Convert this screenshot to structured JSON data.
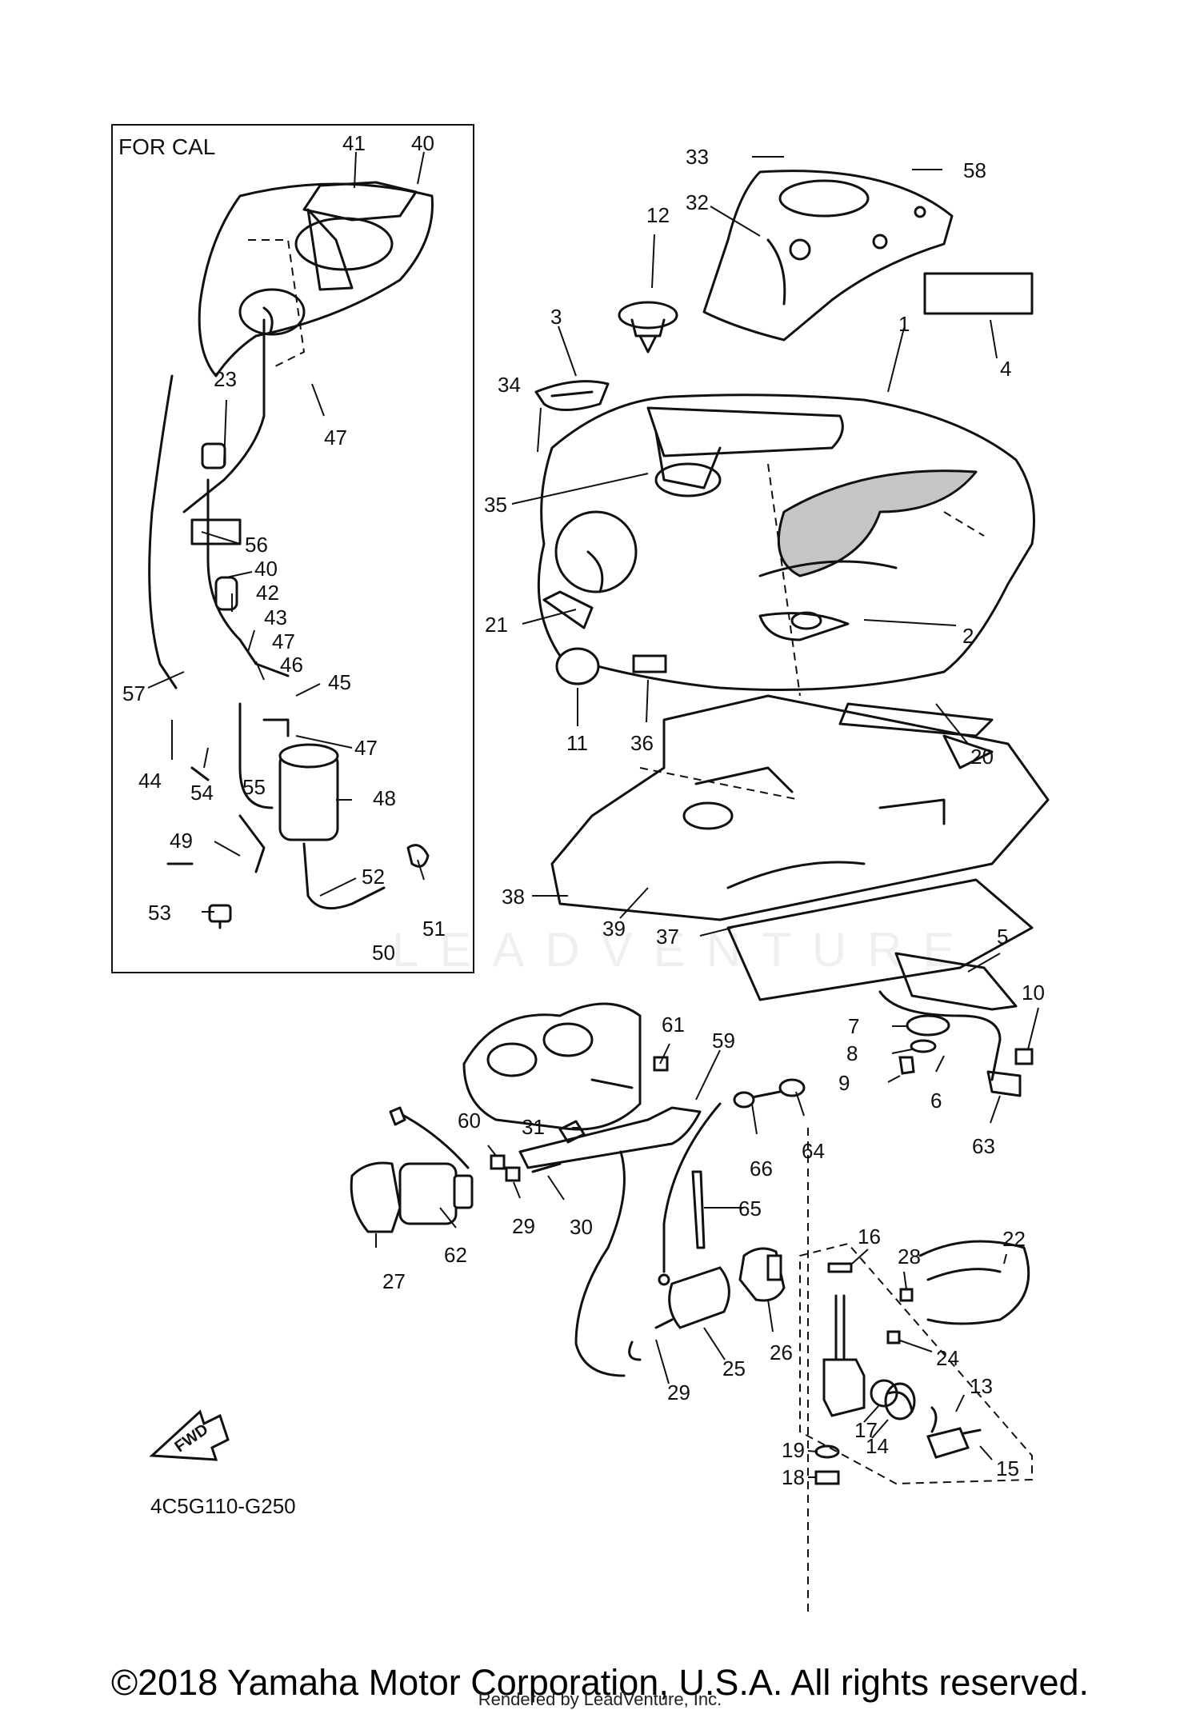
{
  "inset": {
    "title": "FOR CAL"
  },
  "diagram_code": "4C5G110-G250",
  "fwd_label": "FWD",
  "watermark": "LEADVENTURE",
  "copyright": "©2018 Yamaha Motor Corporation, U.S.A. All rights reserved.",
  "rendered_by": "Rendered by LeadVenture, Inc.",
  "callouts": {
    "c41": "41",
    "c40a": "40",
    "c23": "23",
    "c47a": "47",
    "c56": "56",
    "c40b": "40",
    "c42": "42",
    "c43": "43",
    "c47b": "47",
    "c46": "46",
    "c45": "45",
    "c57": "57",
    "c47c": "47",
    "c44": "44",
    "c54": "54",
    "c55": "55",
    "c48": "48",
    "c49": "49",
    "c52": "52",
    "c53": "53",
    "c51": "51",
    "c50": "50",
    "c33": "33",
    "c58": "58",
    "c32": "32",
    "c12": "12",
    "c3": "3",
    "c1": "1",
    "c4": "4",
    "c34": "34",
    "c35": "35",
    "c21": "21",
    "c2": "2",
    "c11": "11",
    "c36": "36",
    "c20": "20",
    "c38": "38",
    "c39": "39",
    "c37": "37",
    "c5": "5",
    "c10": "10",
    "c7": "7",
    "c8": "8",
    "c9": "9",
    "c6": "6",
    "c63": "63",
    "c61": "61",
    "c59": "59",
    "c31": "31",
    "c60": "60",
    "c66": "66",
    "c64": "64",
    "c65": "65",
    "c62": "62",
    "c29a": "29",
    "c30": "30",
    "c27": "27",
    "c16": "16",
    "c28": "28",
    "c22": "22",
    "c26": "26",
    "c24": "24",
    "c25": "25",
    "c29b": "29",
    "c13": "13",
    "c17": "17",
    "c14": "14",
    "c19": "19",
    "c15": "15",
    "c18": "18"
  }
}
